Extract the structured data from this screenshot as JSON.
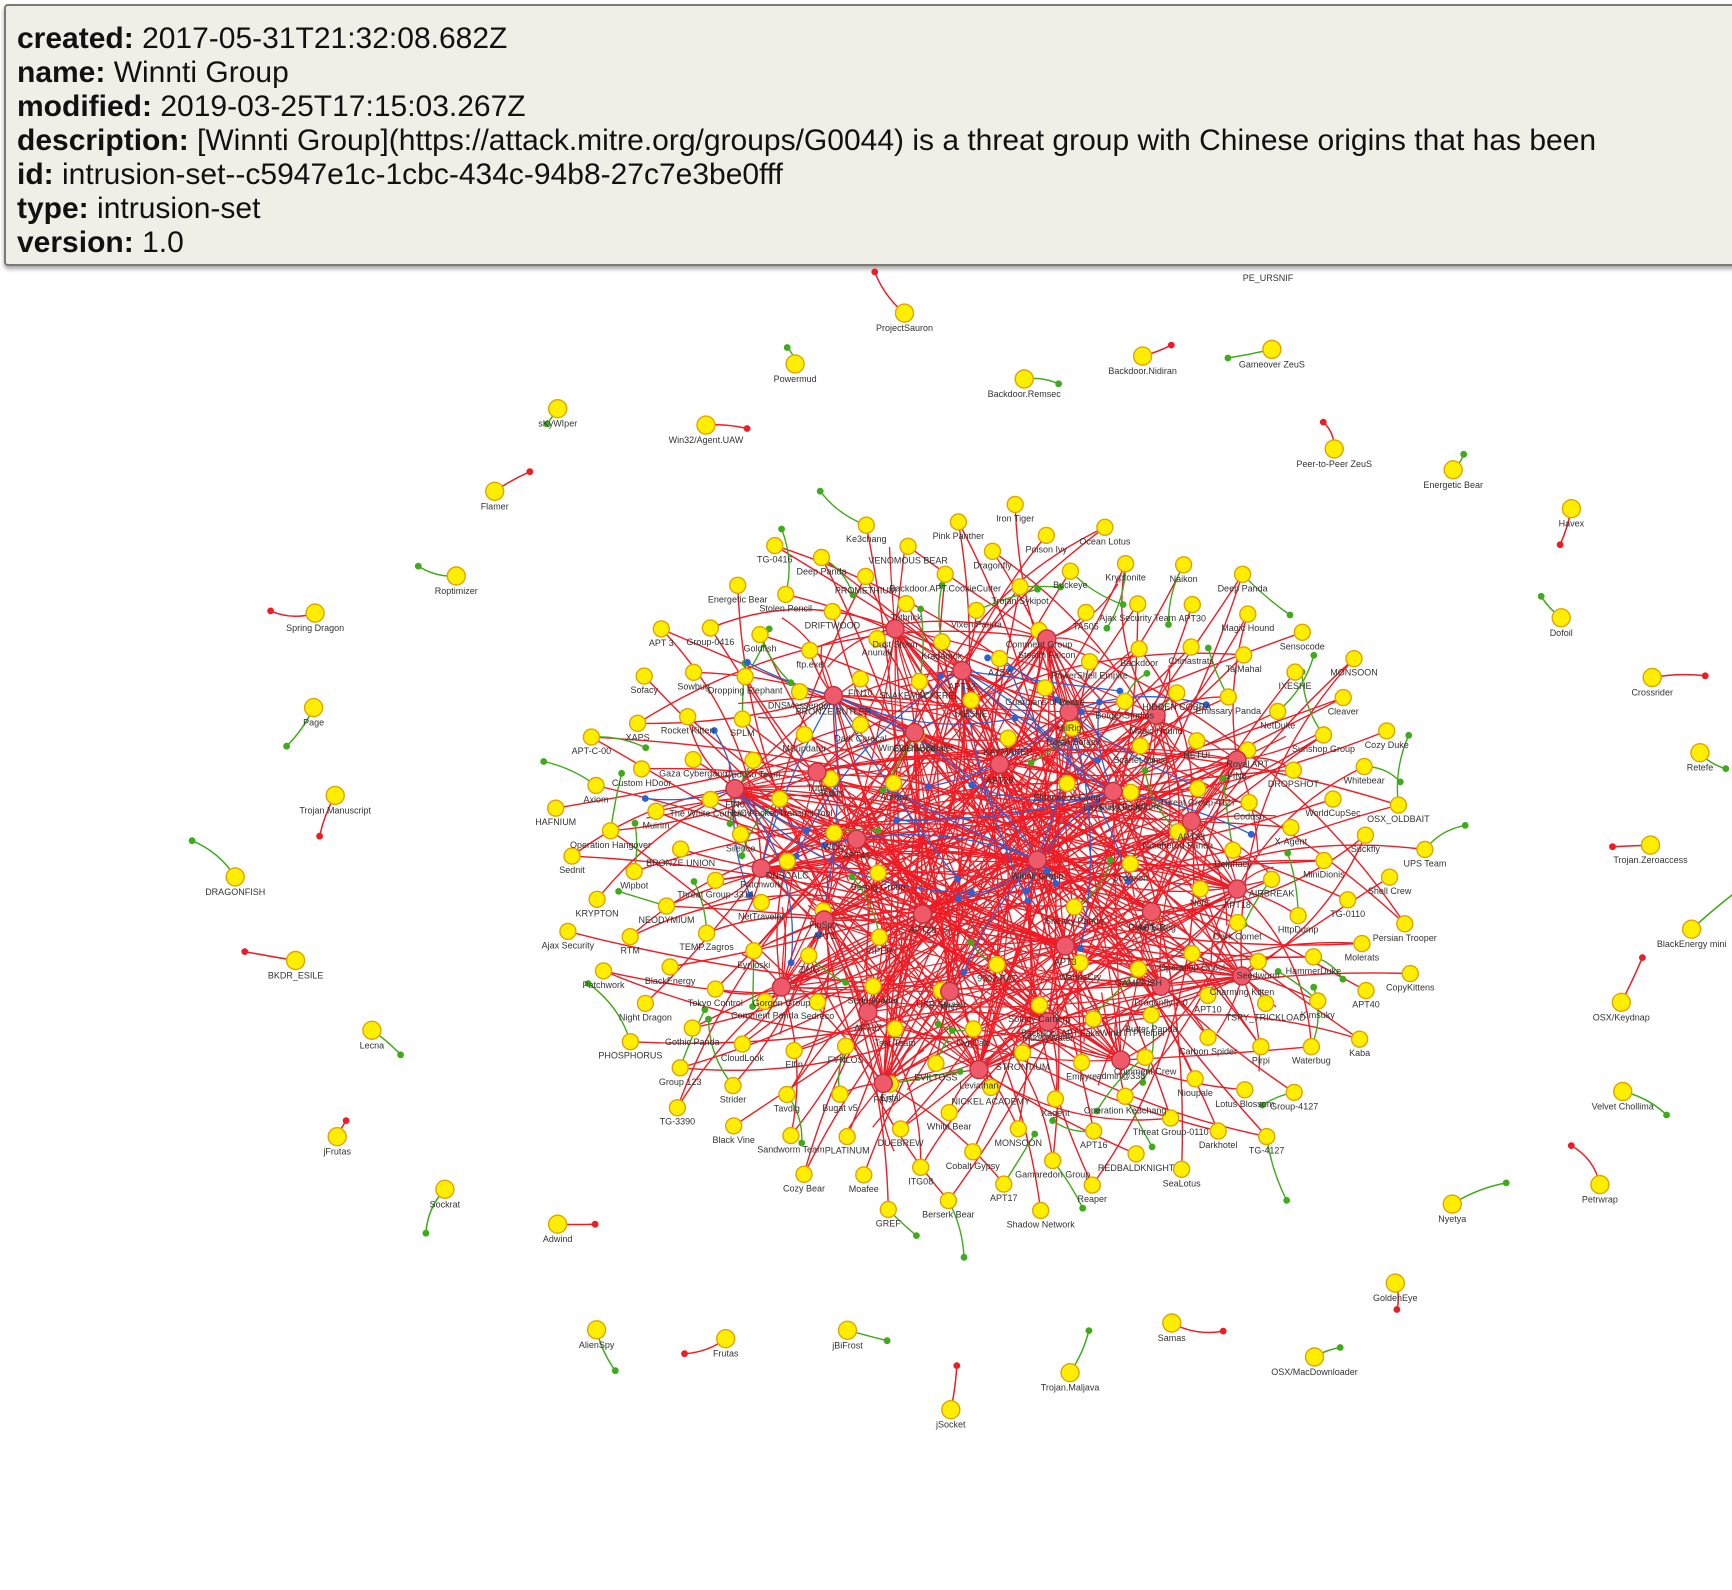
{
  "info": {
    "fields": [
      {
        "key": "created:",
        "value": "2017-05-31T21:32:08.682Z"
      },
      {
        "key": "name:",
        "value": "Winnti Group"
      },
      {
        "key": "modified:",
        "value": "2019-03-25T17:15:03.267Z"
      },
      {
        "key": "description:",
        "value": "[Winnti Group](https://attack.mitre.org/groups/G0044) is a threat group with Chinese origins that has been"
      },
      {
        "key": "id:",
        "value": "intrusion-set--c5947e1c-1cbc-434c-94b8-27c7e3be0fff"
      },
      {
        "key": "type:",
        "value": "intrusion-set"
      },
      {
        "key": "version:",
        "value": "1.0"
      }
    ]
  },
  "colors": {
    "group_node": "#ef5a6a",
    "group_stroke": "#c0303e",
    "software_node": "#ffee00",
    "software_stroke": "#e0a400",
    "uses_edge": "#ee1c25",
    "alias_edge": "#3faa1b",
    "attributed_edge": "#2a62d6",
    "endpoint_green": "#3faa1b",
    "endpoint_blue": "#2a62d6"
  },
  "graph": {
    "floating_labels": [
      "PE_URSNIF"
    ],
    "central_groups": [
      "Winnti Group",
      "APT28",
      "APT29",
      "APT3",
      "APT41",
      "Lazarus Group",
      "FIN7",
      "Elderwood",
      "APT12",
      "APT1",
      "OilRig",
      "MuddyWater",
      "Turla",
      "APT33",
      "APT37",
      "APT32",
      "Dragonfly 2.0",
      "Patchwork",
      "Magic Hound",
      "Leviathan",
      "BRONZE BUTLER",
      "APT18",
      "Gorgon Group",
      "Stealth Falcon",
      "admin@338",
      "FIN6",
      "FIN8",
      "FIN5",
      "Dust Storm",
      "Charming Kitten"
    ],
    "periphery_software": [
      "OSX/Keydnap",
      "Velvet Chollima",
      "Petrwrap",
      "Nyetya",
      "GoldenEye",
      "OSX/MacDownloader",
      "Samas",
      "Trojan.Maljava",
      "jSocket",
      "jBiFrost",
      "Frutas",
      "AlienSpy",
      "Adwind",
      "Sockrat",
      "jFrutas",
      "Lecna",
      "BKDR_ESILE",
      "DRAGONFISH",
      "Trojan Manuscript",
      "Page",
      "Spring Dragon",
      "Roptimizer",
      "Flamer",
      "sKyWIper",
      "Win32/Agent.UAW",
      "Powermud",
      "ProjectSauron",
      "Backdoor.Remsec",
      "Backdoor.Nidiran",
      "Gameover ZeuS",
      "Peer-to-Peer ZeuS",
      "Energetic Bear",
      "Havex",
      "Dofoil",
      "Crossrider",
      "Retefe",
      "Trojan.Zeroaccess",
      "BlackEnergy mini"
    ],
    "inner_labels": [
      "Sneaky Panda",
      "Beijing Group",
      "Elderwood Gang",
      "9002 RAT",
      "Aurora",
      "Scorpion",
      "VIPER",
      "KAYMAKER",
      "WannaCry",
      "WCry",
      "Kung Fu Kittens",
      "USB Stealer",
      "Win32/USBStealer",
      "Deputy Dog",
      "FinSpy",
      "Trojan.Sofacy",
      "Sofacy Carberp",
      "Sednit",
      "Numbered Panda",
      "Seduploader",
      "IXESHE",
      "GAMEFISH",
      "DNSCALC",
      "Scarlet Mimic",
      "DynCalc",
      "Dark Caracal",
      "NetC",
      "ZING",
      "Guardians of Peace",
      "Backdoor.APT.FakeWinHTTPHelper",
      "HUC Packet Transmit Tool",
      "Threat Group-4127",
      "Tsar Team",
      "SNAKEMACKEREL",
      "Operation Ghoul",
      "NetTraveler",
      "BotgenStudios",
      "STRONTIUM",
      "MSupdater",
      "Delphacy",
      "Sedreco",
      "AZZY",
      "Butter Panda",
      "Silence",
      "NETUI",
      "EVILTOSS",
      "FIN10",
      "Dark Comet",
      "Fynloski",
      "PowerShell Empire",
      "Empyre",
      "Codoso Team",
      "Codoso",
      "FYNLOS",
      "Krademok",
      "APT10",
      "Threat Group-3314",
      "HIDDEN COBRA",
      "NICKEL ACADEMY",
      "DNSMessenger",
      "AIRBREAK",
      "Comment Panda",
      "Comment Group",
      "Comment Crew",
      "The White Company",
      "Royal APT",
      "Enfal",
      "Anunak",
      "Seedworm",
      "TEMP.Zagros",
      "Backdoor",
      "Xagent",
      "SPLM",
      "X-Agent",
      "Elfin",
      "Vixen Panda",
      "Carbon Spider",
      "BRONZE UNION",
      "Emissary Panda",
      "White Bear",
      "ftp.exe",
      "HttpDump",
      "Tokyo Control",
      "TA505",
      "Operation Ke3chang",
      "Gaza Cybergang",
      "DROPSHOT",
      "Bugat v5",
      "Totbrick",
      "TSPY_TRICKLOAD",
      "NEODYMIUM",
      "Chinastrats",
      "MONSOON",
      "Dropping Elephant",
      "MiniDionis",
      "CloudLook",
      "Trojan.Sykipot",
      "Nioupale",
      "Muirim",
      "NetDuke",
      "DUEBREW",
      "DRIFTWOOD",
      "HammerDuke",
      "BlackEnergy",
      "Ajax Security Team",
      "APT16",
      "Rocket Kitten",
      "WorldCupSec",
      "Tavdig",
      "Backdoor.APT.CookieCutter",
      "Pirpi",
      "Wipbot",
      "TajMahal",
      "Cobalt Gypsy",
      "Goldfish",
      "TG-0110",
      "Gothic Panda",
      "Buckeye",
      "Threat Group-0110",
      "Custom HDoor",
      "Sunshop Group",
      "PLATINUM",
      "PROMETHIUM",
      "Kimsuky",
      "RTM",
      "APT30",
      "Gamaredon Group",
      "Sowbug",
      "Suckfly",
      "Strider",
      "Dragonfly",
      "Lotus Blossom",
      "Operation Hangover",
      "IXESHE",
      "ITG08",
      "Stolen Pencil",
      "Molerats",
      "Night Dragon",
      "Kryptonite",
      "REDBALDKNIGHT",
      "XAPS",
      "Whitebear",
      "Sandworm Team",
      "VENOMOUS BEAR",
      "Waterbug",
      "KRYPTON",
      "Magic Hound",
      "APT17",
      "Group-0416",
      "Shell Crew",
      "Group 123",
      "Poison Ivy",
      "Darkhotel",
      "Axiom",
      "Cleaver",
      "Moafee",
      "Deep Panda",
      "APT40",
      "Patchwork",
      "Naikon",
      "Reaper",
      "Sofacy",
      "OSX_OLDBAIT",
      "Black Vine",
      "Pink Panther",
      "Group-4127",
      "Sednit",
      "Sensocode",
      "Berserk Bear",
      "Energetic Bear",
      "Persian Trooper",
      "PHOSPHORUS",
      "Ocean Lotus",
      "SeaLotus",
      "APT-C-00",
      "Cozy Duke",
      "Cozy Bear",
      "Ke3chang",
      "Kaba",
      "Ajax Security",
      "Deep Panda",
      "Shadow Network",
      "APT 3",
      "UPS Team",
      "TG-3390",
      "Iron Tiger",
      "TG-4127",
      "HAFNIUM",
      "MONSOON",
      "GREF",
      "TG-0416",
      "CopyKittens"
    ]
  }
}
